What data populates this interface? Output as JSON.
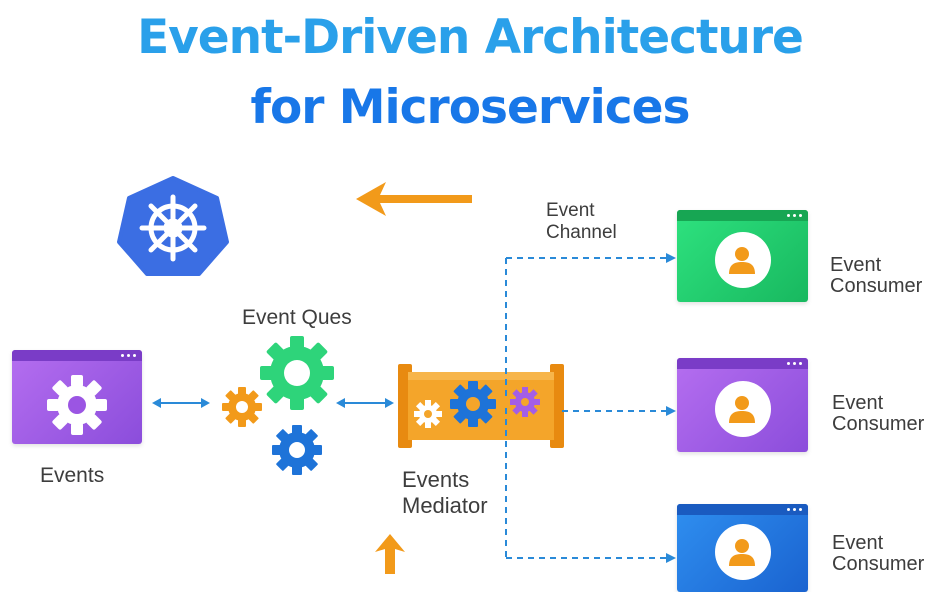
{
  "title": {
    "line1": "Event-Driven Architecture",
    "line2": "for Microservices"
  },
  "colors": {
    "title_line1": "#2aa0ea",
    "title_line2": "#1877e8",
    "k8s_blue": "#3b6ee3",
    "orange": "#f29a1a",
    "green_gear": "#2ed47a",
    "blue_gear": "#1e73d8",
    "purple": "#a35ee6",
    "connector": "#2a8ad8",
    "green_window": "#22c86a",
    "blue_window": "#1f78e0"
  },
  "icons": {
    "kubernetes": "kubernetes-helm-icon",
    "gear": "gear-icon",
    "user": "user-icon",
    "arrow": "arrow-icon"
  },
  "nodes": {
    "events": {
      "label": "Events"
    },
    "event_queue": {
      "label": "Event Ques"
    },
    "mediator": {
      "label_line1": "Events",
      "label_line2": "Mediator"
    },
    "channel": {
      "label_line1": "Event",
      "label_line2": "Channel"
    },
    "consumers": [
      {
        "label_line1": "Event",
        "label_line2": "Consumer"
      },
      {
        "label_line1": "Event",
        "label_line2": "Consumer"
      },
      {
        "label_line1": "Event",
        "label_line2": "Consumer"
      }
    ]
  }
}
